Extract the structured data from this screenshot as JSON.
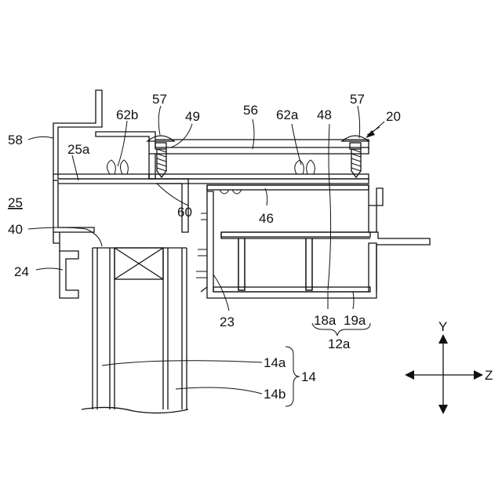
{
  "labels": {
    "l57a": "57",
    "l57b": "57",
    "l49": "49",
    "l56": "56",
    "l62b": "62b",
    "l62a": "62a",
    "l48": "48",
    "l20": "20",
    "l58": "58",
    "l25a": "25a",
    "l25": "25",
    "l60": "60",
    "l46": "46",
    "l40": "40",
    "l24": "24",
    "l23": "23",
    "l18a": "18a",
    "l19a": "19a",
    "l12a": "12a",
    "l14a": "14a",
    "l14b": "14b",
    "l14": "14",
    "axisY": "Y",
    "axisZ": "Z"
  },
  "colors": {
    "line": "#111111",
    "background": "#ffffff"
  }
}
